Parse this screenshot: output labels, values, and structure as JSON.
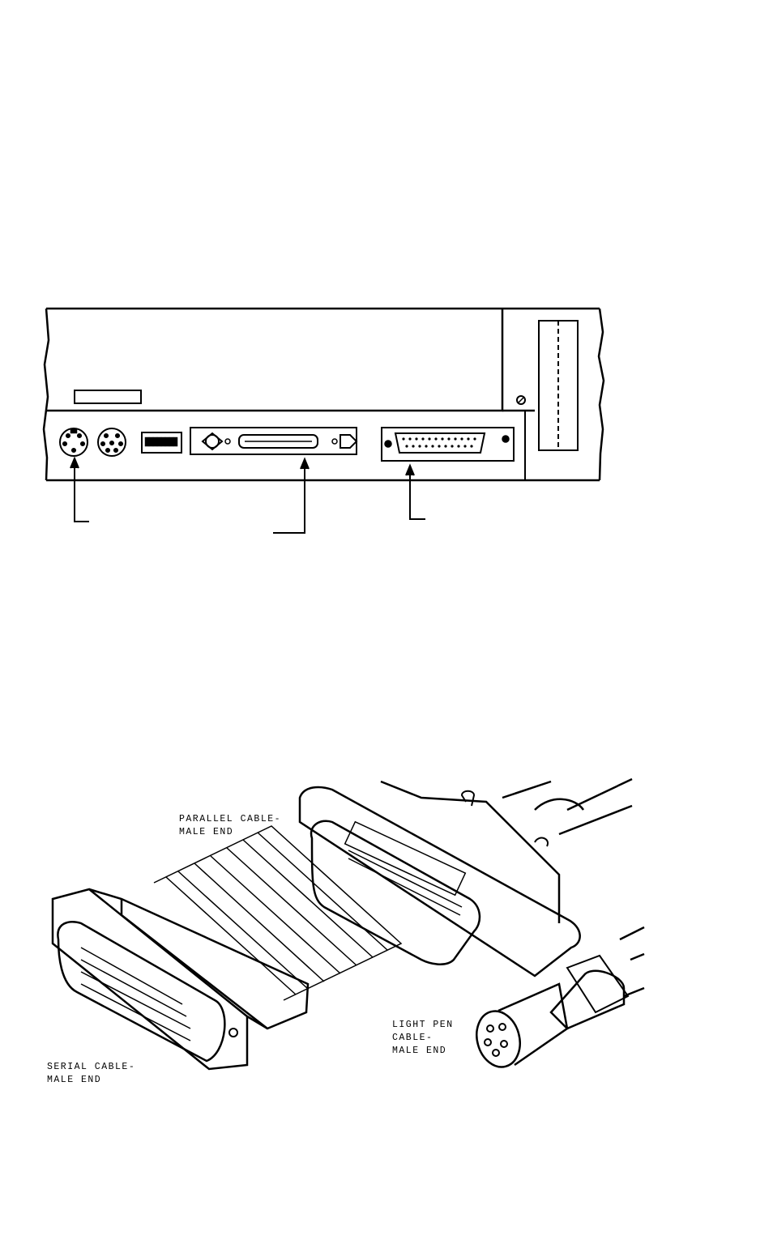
{
  "labels": {
    "parallel": [
      "PARALLEL CABLE-",
      "MALE END"
    ],
    "light_pen": [
      "LIGHT PEN",
      "CABLE-",
      "MALE END"
    ],
    "serial": [
      "SERIAL CABLE-",
      "MALE END"
    ]
  }
}
